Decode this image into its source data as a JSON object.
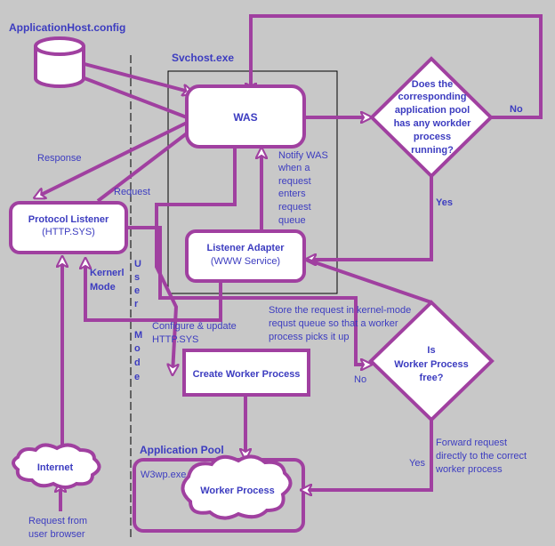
{
  "labels": {
    "app_host_config": "ApplicationHost.config",
    "svchost": "Svchost.exe",
    "was": "WAS",
    "question_line1": "Does the",
    "question_line2": "corresponding",
    "question_line3": "application pool",
    "question_line4": "has any workder",
    "question_line5": "process",
    "question_line6": "running?",
    "no_top": "No",
    "yes_mid": "Yes",
    "response": "Response",
    "request": "Request",
    "notify_line1": "Notify WAS",
    "notify_line2": "when a",
    "notify_line3": "request",
    "notify_line4": "enters",
    "notify_line5": "request",
    "notify_line6": "queue",
    "protocol_listener": "Protocol Listener",
    "http_sys": "(HTTP.SYS)",
    "kernel": "Kernerl",
    "mode": "Mode",
    "user_mode_letters": [
      "U",
      "s",
      "e",
      "r",
      "",
      "M",
      "o",
      "d",
      "e"
    ],
    "listener_adapter": "Listener Adapter",
    "www_service": "(WWW Service)",
    "store_line1": "Store the request  in kernel-mode",
    "store_line2": "requst queue so    that a worker",
    "store_line3": "process picks it up",
    "configure_line1": "Configure & update",
    "configure_line2": "HTTP.SYS",
    "is_line1": "Is",
    "is_line2": "Worker Process",
    "is_line3": "free?",
    "no_bottom": "No",
    "create_worker": "Create Worker Process",
    "app_pool": "Application Pool",
    "w3wp": "W3wp.exe",
    "worker_process": "Worker Process",
    "forward_line1": "Forward request",
    "forward_line2": "directly to the correct",
    "forward_line3": "worker process",
    "yes_bottom": "Yes",
    "internet": "Internet",
    "request_from_line1": "Request from",
    "request_from_line2": "user browser"
  },
  "colors": {
    "background": "#c8c8c8",
    "stroke": "#a040a0",
    "text": "#3c3cc0",
    "box_fill": "#ffffff"
  }
}
